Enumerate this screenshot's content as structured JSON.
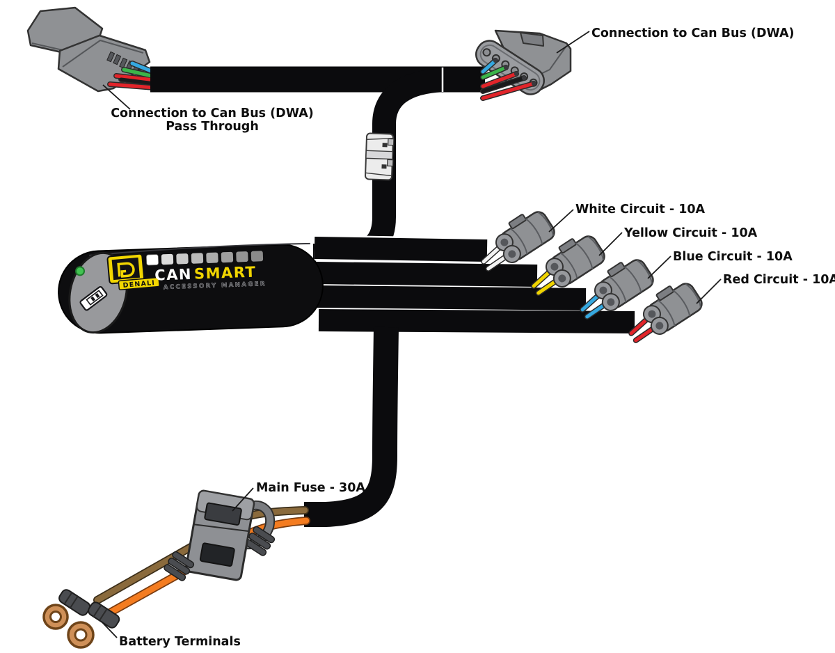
{
  "diagram": {
    "title_hint": "CANsmart accessory manager wiring harness diagram",
    "labels": {
      "pass_through_1": "Connection to Can Bus (DWA)",
      "pass_through_2": "Pass Through",
      "can_bus": "Connection to Can Bus (DWA)",
      "main_fuse": "Main Fuse - 30A",
      "battery_terminals": "Battery Terminals"
    },
    "circuits": [
      {
        "label": "White Circuit - 10A",
        "wire_color": "#f2f2f2"
      },
      {
        "label": "Yellow Circuit - 10A",
        "wire_color": "#f0d400"
      },
      {
        "label": "Blue Circuit - 10A",
        "wire_color": "#35a8e0"
      },
      {
        "label": "Red Circuit - 10A",
        "wire_color": "#e2242a"
      }
    ],
    "device": {
      "brand": "DENALI",
      "name_can": "CAN",
      "name_smart": "SMART",
      "tagline": "ACCESSORY MANAGER",
      "squares": [
        "#ffffff",
        "#dcdcdc",
        "#c9c9c9",
        "#bababa",
        "#ababab",
        "#9f9f9f",
        "#949494",
        "#8b8b8b"
      ]
    },
    "colors": {
      "cable_black": "#0b0b0d",
      "connector_gray": "#8f9194",
      "wire_blue": "#35a8e0",
      "wire_green": "#3cb54a",
      "wire_red": "#e2242a",
      "wire_black": "#1a1a1c",
      "wire_brown": "#8a6a3c",
      "wire_orange": "#f47c20",
      "terminal_copper": "#cf9058",
      "brand_yellow": "#f2d600",
      "led_green": "#42c352"
    }
  }
}
